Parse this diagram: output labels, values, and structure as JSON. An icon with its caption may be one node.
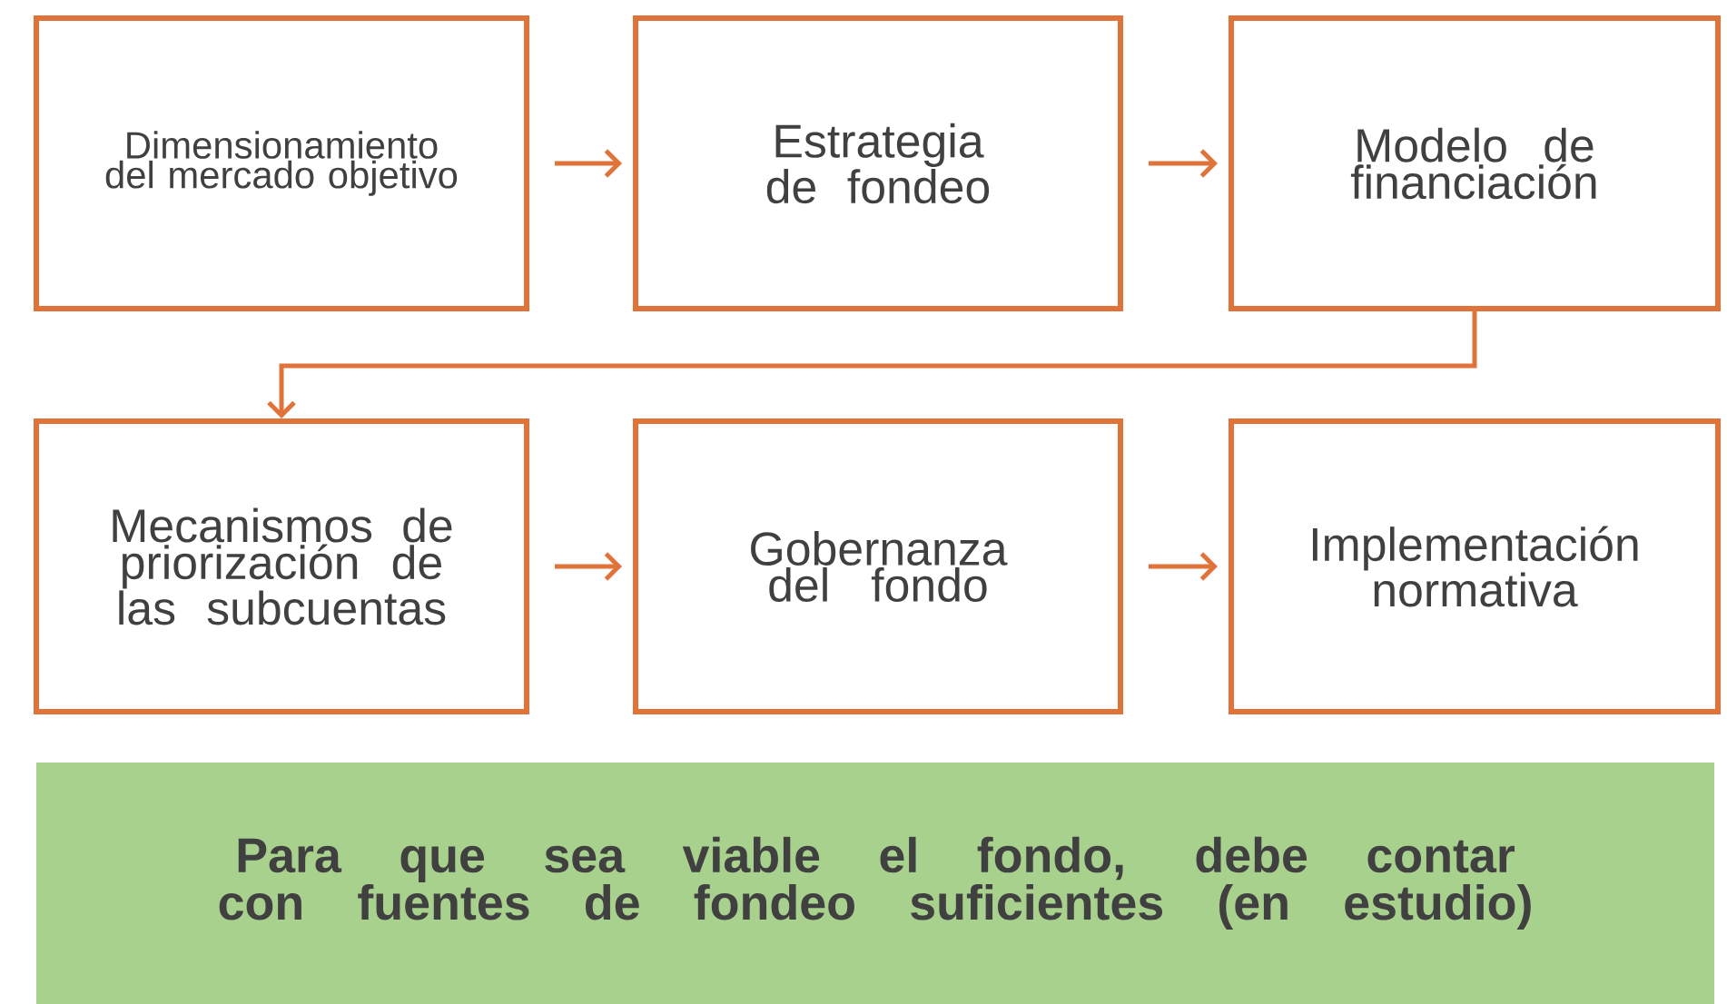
{
  "diagram": {
    "nodes": [
      {
        "text": [
          "Dimensionamiento del mercado objetivo"
        ]
      },
      {
        "text": [
          "Estrategia de fondeo"
        ]
      },
      {
        "text": [
          "Modelo de financiación"
        ]
      },
      {
        "text": [
          "Mecanismos de priorización de las subcuentas"
        ]
      },
      {
        "text": [
          "Gobernanza del fondo"
        ]
      },
      {
        "text": [
          "Implementación normativa"
        ]
      },
      {
        "text": [
          "Para que sea viable el fondo, debe contar con fuentes de fondeo suficientes (en estudio)"
        ]
      }
    ],
    "edges": [
      {
        "from": 0,
        "to": 1,
        "arrow": "to"
      },
      {
        "from": 1,
        "to": 2,
        "arrow": "to"
      },
      {
        "from": 2,
        "to": 3,
        "arrow": "to"
      },
      {
        "from": 3,
        "to": 4,
        "arrow": "to"
      },
      {
        "from": 4,
        "to": 5,
        "arrow": "to"
      }
    ]
  }
}
